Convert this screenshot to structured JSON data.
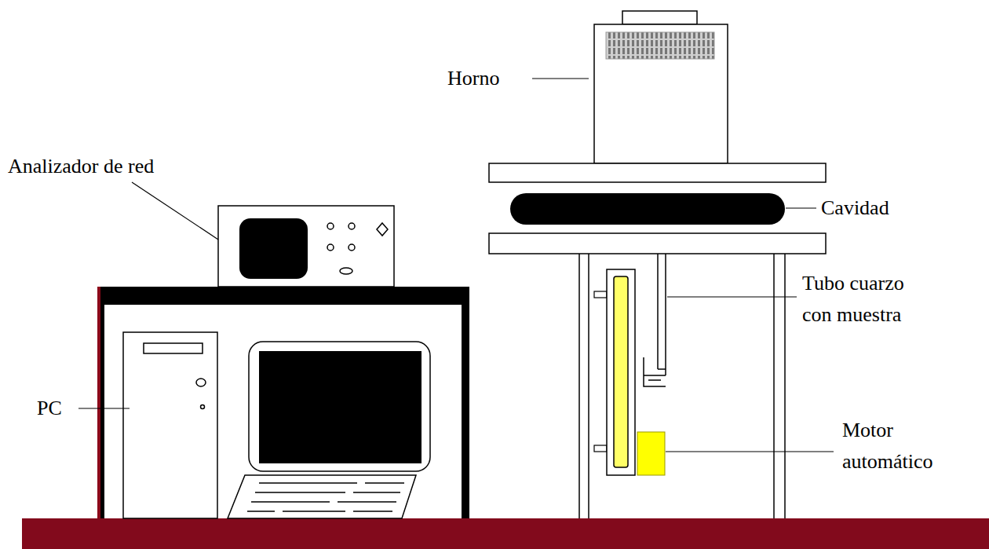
{
  "diagram": {
    "labels": [
      "Horno",
      "Analizador de red",
      "Cavidad",
      "Tubo cuarzo con muestra",
      "PC",
      "Motor automático"
    ]
  }
}
